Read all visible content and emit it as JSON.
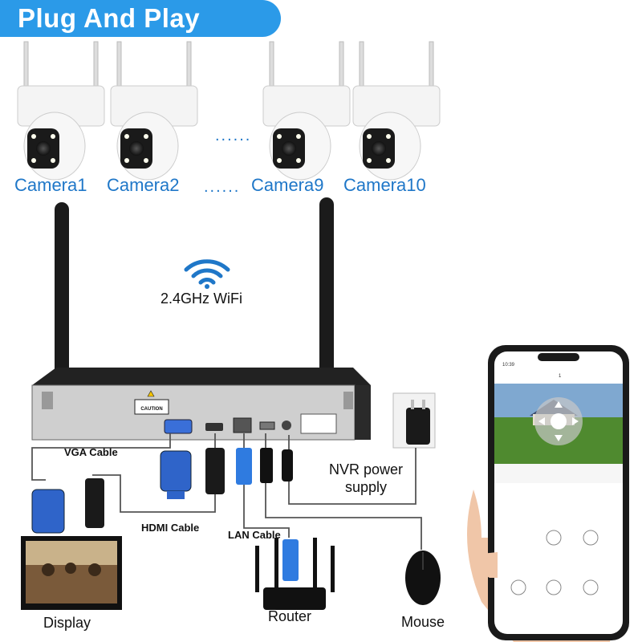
{
  "banner": {
    "title": "Plug And Play"
  },
  "cameras": [
    {
      "label": "Camera1"
    },
    {
      "label": "Camera2"
    },
    {
      "label": "Camera9"
    },
    {
      "label": "Camera10"
    }
  ],
  "separator_dots": "......",
  "wifi": {
    "label": "2.4GHz WiFi"
  },
  "nvr": {
    "caution_label": "CAUTION"
  },
  "cables": {
    "vga": "VGA Cable",
    "hdmi": "HDMI Cable",
    "lan": "LAN Cable",
    "power": "NVR power\nsupply"
  },
  "devices": {
    "display": "Display",
    "router": "Router",
    "mouse": "Mouse"
  },
  "phone": {
    "time": "10:39",
    "channel": "1"
  },
  "colors": {
    "banner": "#2b9ae8",
    "camera_label": "#1f77c8",
    "cable_blue": "#1f6fd0"
  }
}
